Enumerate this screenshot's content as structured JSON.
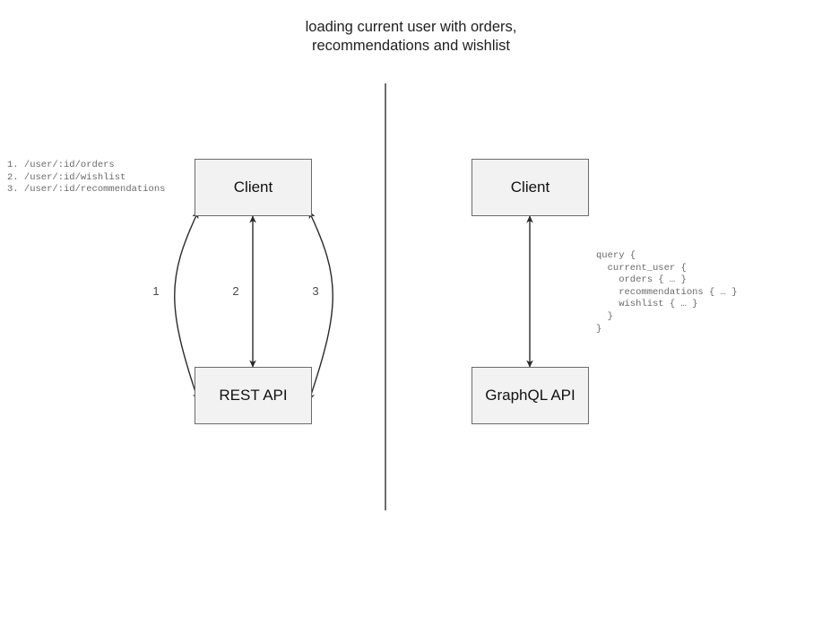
{
  "diagram": {
    "title": "loading current user with orders,\nrecommendations and wishlist",
    "divider": {
      "name": "vertical-divider",
      "color": "#6e6e6e"
    },
    "colors": {
      "node_fill": "#f2f2f2",
      "node_border": "#6b6b6b",
      "arrow": "#2a2a2a",
      "code_text": "#6a6a6a",
      "title_text": "#1f1f1f"
    },
    "left_panel": {
      "name": "rest-panel",
      "nodes": [
        {
          "id": "client-left",
          "label": "Client"
        },
        {
          "id": "rest-api",
          "label": "REST API"
        }
      ],
      "edges": [
        {
          "id": "edge-1",
          "label": "1",
          "shape": "curve-left",
          "arrowheads": "both"
        },
        {
          "id": "edge-2",
          "label": "2",
          "shape": "straight",
          "arrowheads": "both"
        },
        {
          "id": "edge-3",
          "label": "3",
          "shape": "curve-right",
          "arrowheads": "both"
        }
      ],
      "endpoints_text": "1. /user/:id/orders\n2. /user/:id/wishlist\n3. /user/:id/recommendations",
      "endpoints": [
        {
          "number": "1.",
          "path": "/user/:id/orders"
        },
        {
          "number": "2.",
          "path": "/user/:id/wishlist"
        },
        {
          "number": "3.",
          "path": "/user/:id/recommendations"
        }
      ]
    },
    "right_panel": {
      "name": "graphql-panel",
      "nodes": [
        {
          "id": "client-right",
          "label": "Client"
        },
        {
          "id": "graphql-api",
          "label": "GraphQL API"
        }
      ],
      "edges": [
        {
          "id": "edge-graphql",
          "label": "",
          "shape": "straight",
          "arrowheads": "both"
        }
      ],
      "query_text": "query {\n  current_user {\n    orders { … }\n    recommendations { … }\n    wishlist { … }\n  }\n}",
      "query_lines": [
        "query {",
        "  current_user {",
        "    orders { … }",
        "    recommendations { … }",
        "    wishlist { … }",
        "  }",
        "}"
      ]
    }
  }
}
